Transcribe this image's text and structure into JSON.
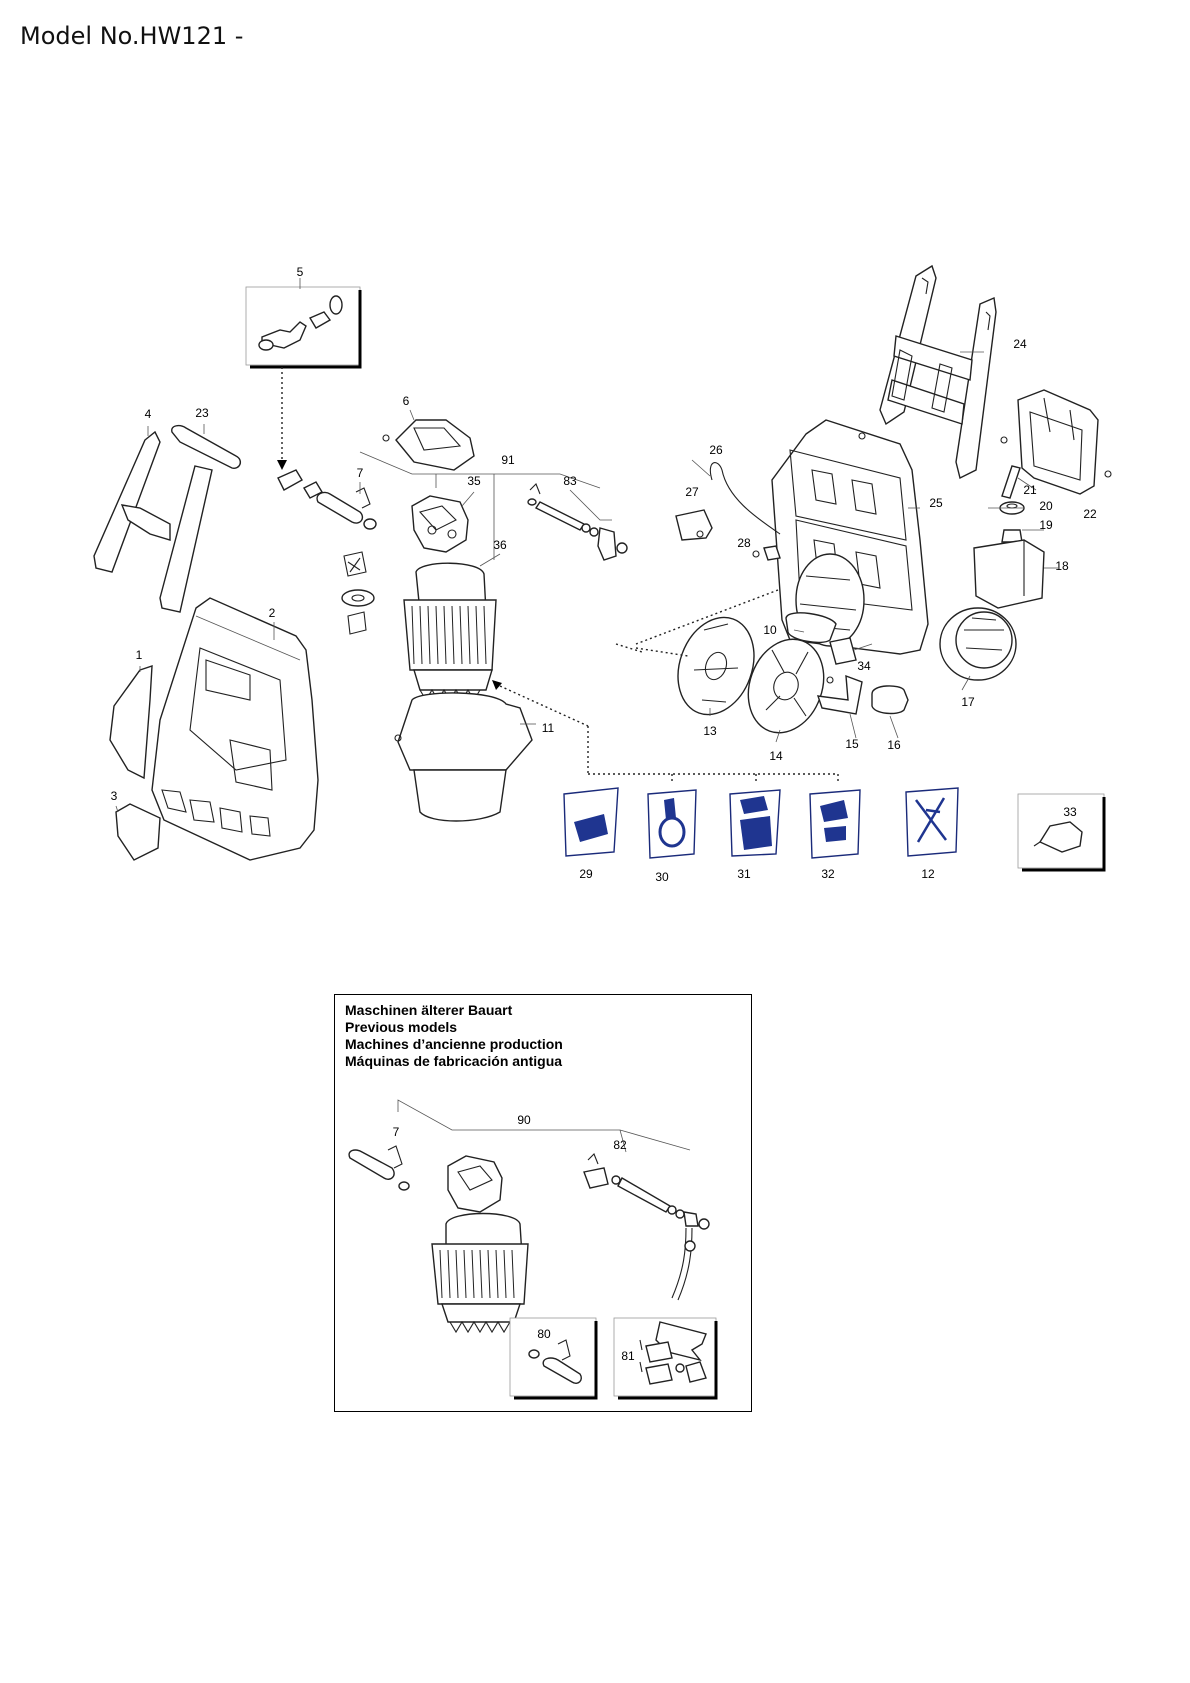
{
  "page": {
    "title": "Model No.HW121 -"
  },
  "callouts": {
    "c1": "1",
    "c2": "2",
    "c3": "3",
    "c4": "4",
    "c5": "5",
    "c6": "6",
    "c7": "7",
    "c10": "10",
    "c11": "11",
    "c12": "12",
    "c13": "13",
    "c14": "14",
    "c15": "15",
    "c16": "16",
    "c17": "17",
    "c18": "18",
    "c19": "19",
    "c20": "20",
    "c21": "21",
    "c22": "22",
    "c23": "23",
    "c24": "24",
    "c25": "25",
    "c26": "26",
    "c27": "27",
    "c28": "28",
    "c29": "29",
    "c30": "30",
    "c31": "31",
    "c32": "32",
    "c33": "33",
    "c34": "34",
    "c35": "35",
    "c36": "36",
    "c83": "83",
    "c91": "91"
  },
  "previous_models": {
    "lines": [
      "Maschinen älterer Bauart",
      "Previous models",
      "Machines d’ancienne production",
      "Máquinas de fabricación antigua"
    ],
    "callouts": {
      "c7": "7",
      "c80": "80",
      "c81": "81",
      "c82": "82",
      "c90": "90"
    }
  }
}
